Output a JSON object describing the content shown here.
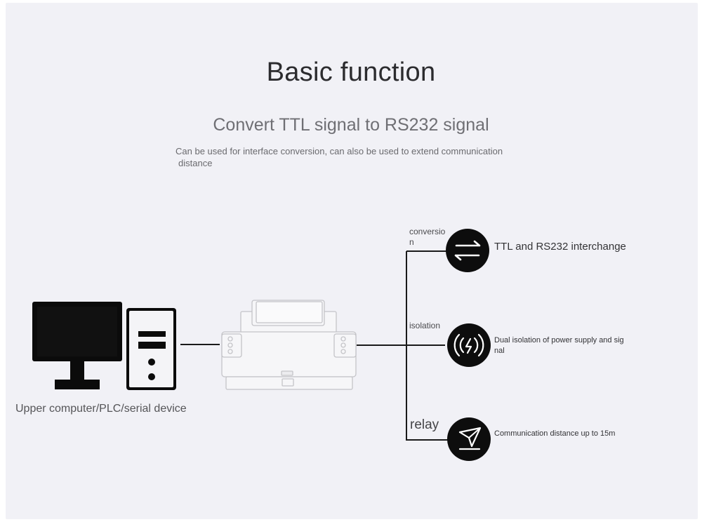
{
  "header": {
    "title": "Basic function",
    "subtitle": "Convert TTL signal to RS232 signal",
    "description_line1": "Can be used for interface conversion, can also be used to extend communication",
    "description_line2": "distance"
  },
  "device": {
    "label": "Upper computer/PLC/serial device"
  },
  "branches": [
    {
      "label_line1": "conversio",
      "label_line2": "n",
      "icon": "swap-arrows-icon",
      "text": "TTL and RS232 interchange"
    },
    {
      "label": "isolation",
      "icon": "isolation-signal-icon",
      "text": "Dual isolation of power supply and signal"
    },
    {
      "label": "relay",
      "icon": "send-plane-icon",
      "text": "Communication distance up to 15m"
    }
  ],
  "colors": {
    "background": "#f1f1f6",
    "line": "#1a1a1a",
    "icon_fill": "#0d0d0d"
  }
}
